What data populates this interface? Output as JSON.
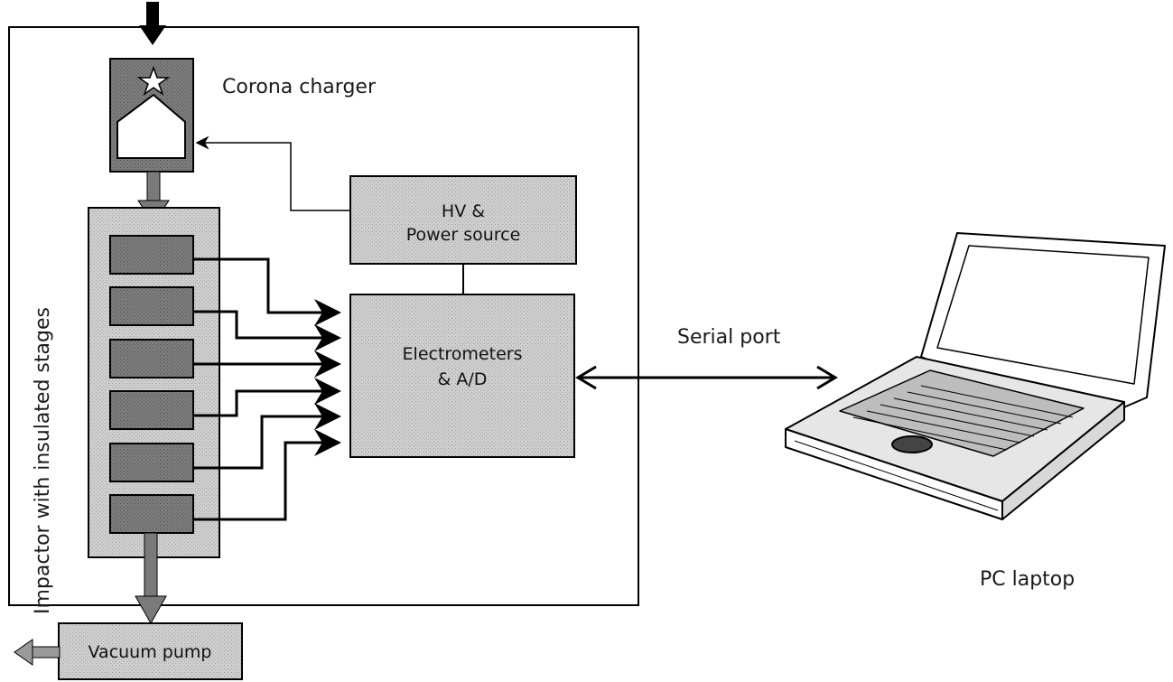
{
  "diagram": {
    "labels": {
      "corona_charger": "Corona charger",
      "hv_line1": "HV &",
      "hv_line2": "Power source",
      "electrometers_line1": "Electrometers",
      "electrometers_line2": "& A/D",
      "impactor": "Impactor with insulated stages",
      "serial_port": "Serial port",
      "pc_laptop": "PC laptop",
      "vacuum_pump": "Vacuum pump"
    },
    "impactor_stage_count": 6,
    "colors": {
      "line": "#000000",
      "box_fill": "#c8c8c8",
      "stage_fill": "#8a8a8a",
      "charger_fill": "#6f6f6f",
      "flow_arrow": "#7a7a7a"
    },
    "icons": [
      "star-icon",
      "laptop-icon"
    ]
  }
}
